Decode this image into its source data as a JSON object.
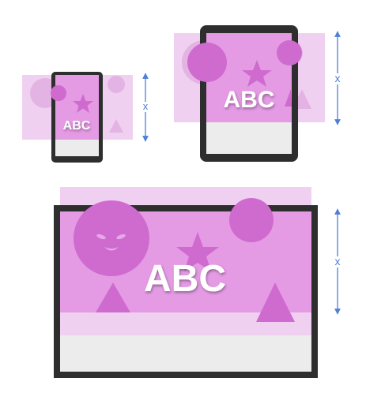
{
  "colors": {
    "background": "#ffffff",
    "device_frame": "#2e2e2e",
    "screen_fill": "#e49be4",
    "screen_lower": "#ececec",
    "overflow_tint": "#f0d0f0",
    "shape_fill": "#cf6bcf",
    "arrow": "#4f7fd6"
  },
  "label_text": "ABC",
  "dimension_label": "x",
  "devices": [
    {
      "name": "phone",
      "label": "ABC",
      "measure": "x"
    },
    {
      "name": "tablet",
      "label": "ABC",
      "measure": "x"
    },
    {
      "name": "laptop",
      "label": "ABC",
      "measure": "x"
    }
  ]
}
